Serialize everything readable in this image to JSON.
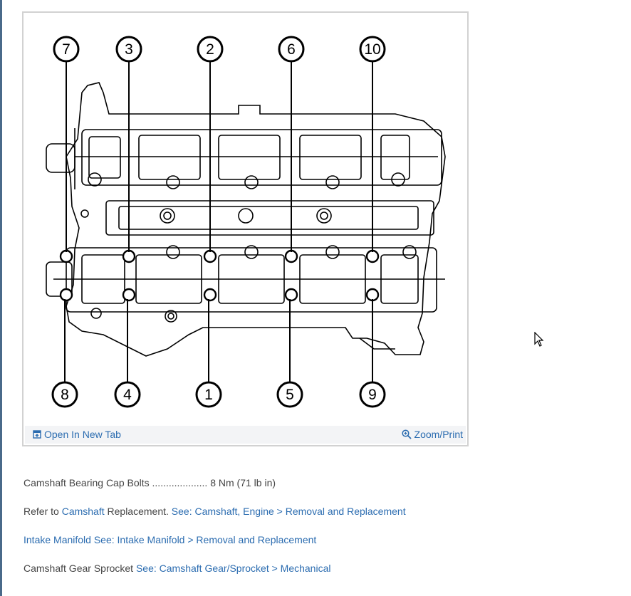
{
  "figure": {
    "callouts_top": [
      "7",
      "3",
      "2",
      "6",
      "10"
    ],
    "callouts_bottom": [
      "8",
      "4",
      "1",
      "5",
      "9"
    ],
    "open_tab_label": "Open In New Tab",
    "zoom_label": "Zoom/Print",
    "open_tab_icon": "open-new-tab-icon",
    "zoom_icon": "magnifier-plus-icon"
  },
  "spec": {
    "item": "Camshaft Bearing Cap Bolts",
    "dots": "....................",
    "value": "8 Nm (71 lb in)"
  },
  "refer": {
    "prefix": "Refer to ",
    "link1": "Camshaft",
    "middle": " Replacement. ",
    "link2": "See: Camshaft, Engine > Removal and Replacement"
  },
  "intake": {
    "link": "Intake Manifold See: Intake Manifold > Removal and Replacement"
  },
  "sprocket": {
    "text": "Camshaft Gear Sprocket ",
    "link": "See: Camshaft Gear/Sprocket > Mechanical"
  },
  "colors": {
    "link": "#2b6cb0",
    "text": "#444444",
    "frame": "#d2d2d2",
    "footer": "#f3f4f6"
  }
}
